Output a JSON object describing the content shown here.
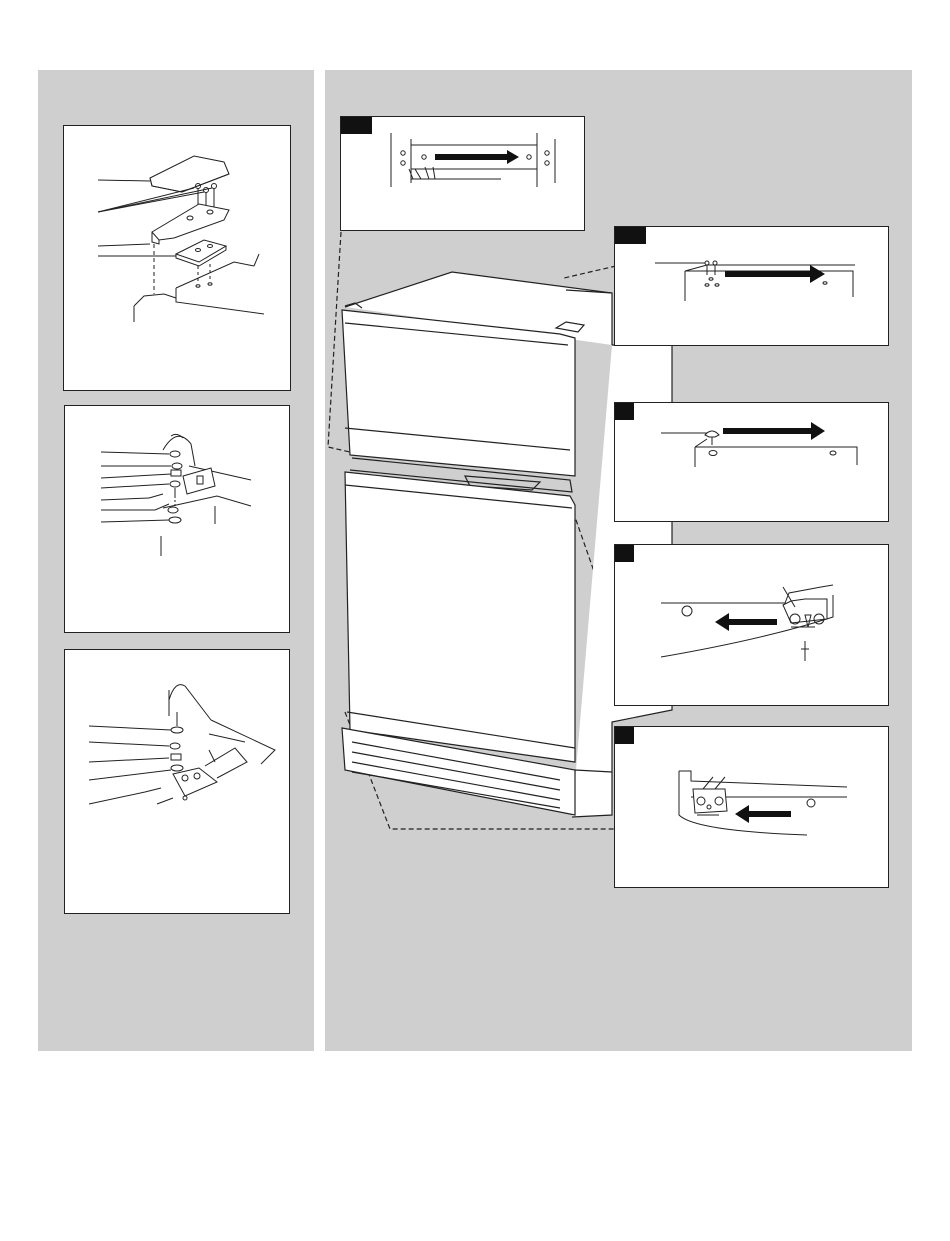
{
  "colors": {
    "panel_background": "#cfcfcf",
    "page_background": "#ffffff",
    "line": "#222222",
    "arrow": "#111111"
  },
  "left_panel": {
    "figures": [
      {
        "id": "top-hinge-exploded",
        "callout_count": 5
      },
      {
        "id": "center-hinge-exploded",
        "callout_count": 7
      },
      {
        "id": "bottom-hinge-exploded",
        "callout_count": 5
      }
    ]
  },
  "right_panel": {
    "main_illustration": "refrigerator-icon",
    "insets": [
      {
        "id": "inset-top-cabinet-holes",
        "arrow_direction": "right"
      },
      {
        "id": "inset-top-hinge-screws",
        "arrow_direction": "right"
      },
      {
        "id": "inset-hole-plug",
        "arrow_direction": "right"
      },
      {
        "id": "inset-center-hinge",
        "arrow_direction": "left"
      },
      {
        "id": "inset-bottom-hinge",
        "arrow_direction": "left"
      }
    ]
  }
}
